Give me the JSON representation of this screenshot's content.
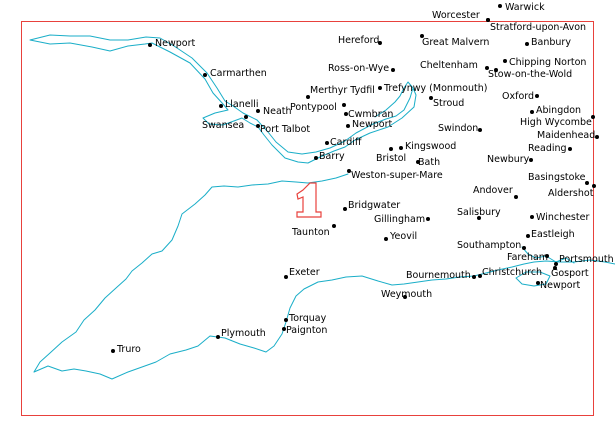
{
  "map": {
    "frame_color": "#e8413c",
    "coast_color": "#1aaec8",
    "region_label": "1",
    "towns": [
      {
        "name": "Warwick"
      },
      {
        "name": "Worcester"
      },
      {
        "name": "Stratford-upon-Avon"
      },
      {
        "name": "Newport"
      },
      {
        "name": "Hereford"
      },
      {
        "name": "Great Malvern"
      },
      {
        "name": "Banbury"
      },
      {
        "name": "Carmarthen"
      },
      {
        "name": "Ross-on-Wye"
      },
      {
        "name": "Cheltenham"
      },
      {
        "name": "Chipping Norton"
      },
      {
        "name": "Stow-on-the-Wold"
      },
      {
        "name": "Merthyr Tydfil"
      },
      {
        "name": "Trefynwy (Monmouth)"
      },
      {
        "name": "Llanelli"
      },
      {
        "name": "Neath"
      },
      {
        "name": "Pontypool"
      },
      {
        "name": "Stroud"
      },
      {
        "name": "Oxford"
      },
      {
        "name": "Cwmbran"
      },
      {
        "name": "Abingdon"
      },
      {
        "name": "Swansea"
      },
      {
        "name": "Port Talbot"
      },
      {
        "name": "Newport"
      },
      {
        "name": "High Wycombe"
      },
      {
        "name": "Swindon"
      },
      {
        "name": "Maidenhead"
      },
      {
        "name": "Cardiff"
      },
      {
        "name": "Kingswood"
      },
      {
        "name": "Reading"
      },
      {
        "name": "Bristol"
      },
      {
        "name": "Barry"
      },
      {
        "name": "Bath"
      },
      {
        "name": "Newbury"
      },
      {
        "name": "Weston-super-Mare"
      },
      {
        "name": "Basingstoke"
      },
      {
        "name": "Andover"
      },
      {
        "name": "Aldershot"
      },
      {
        "name": "Bridgwater"
      },
      {
        "name": "Salisbury"
      },
      {
        "name": "Gillingham"
      },
      {
        "name": "Winchester"
      },
      {
        "name": "Taunton"
      },
      {
        "name": "Eastleigh"
      },
      {
        "name": "Yeovil"
      },
      {
        "name": "Southampton"
      },
      {
        "name": "Fareham"
      },
      {
        "name": "Portsmouth"
      },
      {
        "name": "Exeter"
      },
      {
        "name": "Bournemouth"
      },
      {
        "name": "Christchurch"
      },
      {
        "name": "Gosport"
      },
      {
        "name": "Newport"
      },
      {
        "name": "Weymouth"
      },
      {
        "name": "Torquay"
      },
      {
        "name": "Paignton"
      },
      {
        "name": "Plymouth"
      },
      {
        "name": "Truro"
      }
    ]
  }
}
